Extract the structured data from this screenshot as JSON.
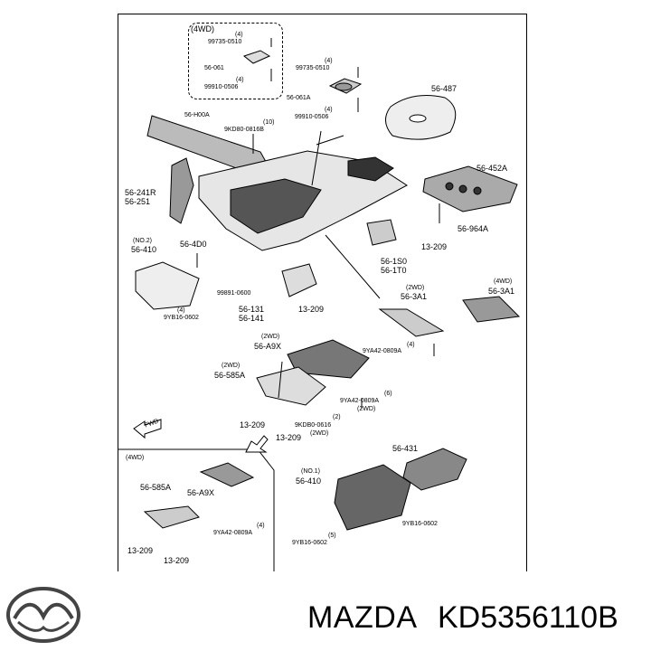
{
  "groups": {
    "top_4wd": "(4WD)",
    "bottom_4wd": "(4WD)"
  },
  "labels": {
    "l4_a": "(4)",
    "p99735_a": "99735-0510",
    "p56_061": "56-061",
    "l4_b": "(4)",
    "p99910_a": "99910-0506",
    "l4_c": "(4)",
    "p99735_b": "99735-0510",
    "p56_061a": "56-061A",
    "l4_d": "(4)",
    "p99910_b": "99910-0506",
    "p56_487": "56-487",
    "p56_h00a": "56-H00A",
    "l10": "(10)",
    "p9kd80_0816b": "9KD80-0816B",
    "p56_452a": "56-452A",
    "p56_241r": "56-241R",
    "p56_251": "56-251",
    "p56_964a": "56-964A",
    "no2_a": "(NO.2)",
    "p56_410_a": "56-410",
    "p56_4d0": "56-4D0",
    "p13_209_a": "13-209",
    "p56_1s0": "56-1S0",
    "p56_1t0": "56-1T0",
    "p99891_0600": "99891-0600",
    "l4_e": "(4)",
    "p9yb16_0602_a": "9YB16-0602",
    "p56_131": "56-131",
    "p56_141": "56-141",
    "p13_209_b": "13-209",
    "twowd_a": "(2WD)",
    "p56_3a1_a": "56-3A1",
    "fourwd_c": "(4WD)",
    "p56_3a1_b": "56-3A1",
    "twowd_b": "(2WD)",
    "p56_a9x_a": "56-A9X",
    "p9ya42_0809a_a": "9YA42-0809A",
    "l4_f": "(4)",
    "twowd_c": "(2WD)",
    "p56_585a_a": "56-585A",
    "l6": "(6)",
    "p9ya42_0809a_b": "9YA42-0809A",
    "twowd_d": "(2WD)",
    "p13_209_c": "13-209",
    "p9kdb0_0616": "9KDB0-0616",
    "l2": "(2)",
    "p13_209_d": "13-209",
    "twowd_e": "(2WD)",
    "p56_431": "56-431",
    "p56_585a_b": "56-585A",
    "p56_a9x_b": "56-A9X",
    "no1": "(NO.1)",
    "p56_410_b": "56-410",
    "l4_g": "(4)",
    "p9ya42_0809a_c": "9YA42-0809A",
    "l5": "(5)",
    "p9yb16_0602_b": "9YB16-0602",
    "p9yb16_0602_c": "9YB16-0602",
    "p13_209_e": "13-209",
    "p13_209_f": "13-209",
    "fwd": "FWD"
  },
  "brand": {
    "name": "MAZDA",
    "part_number": "KD5356110B"
  }
}
